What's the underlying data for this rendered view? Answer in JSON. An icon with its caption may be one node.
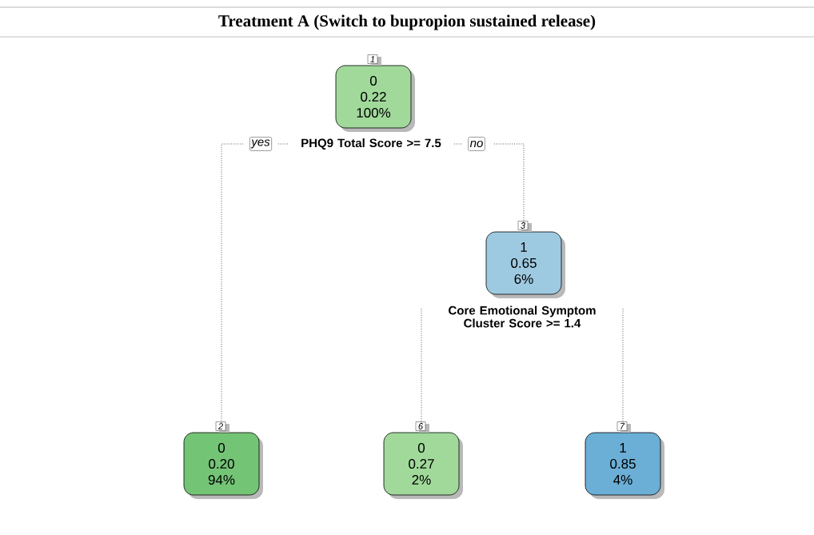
{
  "diagram": {
    "title": "Treatment A (Switch to bupropion sustained release)",
    "nodes": [
      {
        "text": [
          "0",
          "0.22",
          "100%"
        ],
        "beside": [
          "1"
        ]
      },
      {
        "text": [
          "PHQ9 Total Score >= 7.5"
        ]
      },
      {
        "text": [
          "1",
          "0.65",
          "6%"
        ],
        "beside": [
          "3"
        ]
      },
      {
        "text": [
          "Core Emotional Symptom Cluster Score >= 1.4"
        ]
      },
      {
        "text": [
          "0",
          "0.20",
          "94%"
        ],
        "beside": [
          "2"
        ]
      },
      {
        "text": [
          "0",
          "0.27",
          "2%"
        ],
        "beside": [
          "6"
        ]
      },
      {
        "text": [
          "1",
          "0.85",
          "4%"
        ],
        "beside": [
          "7"
        ]
      }
    ],
    "edges": [
      {
        "from": 1,
        "to": 4,
        "arrow": "none",
        "label": "yes"
      },
      {
        "from": 1,
        "to": 2,
        "arrow": "none",
        "label": "no"
      },
      {
        "from": 3,
        "to": 5,
        "arrow": "none"
      },
      {
        "from": 3,
        "to": 6,
        "arrow": "none"
      }
    ]
  }
}
